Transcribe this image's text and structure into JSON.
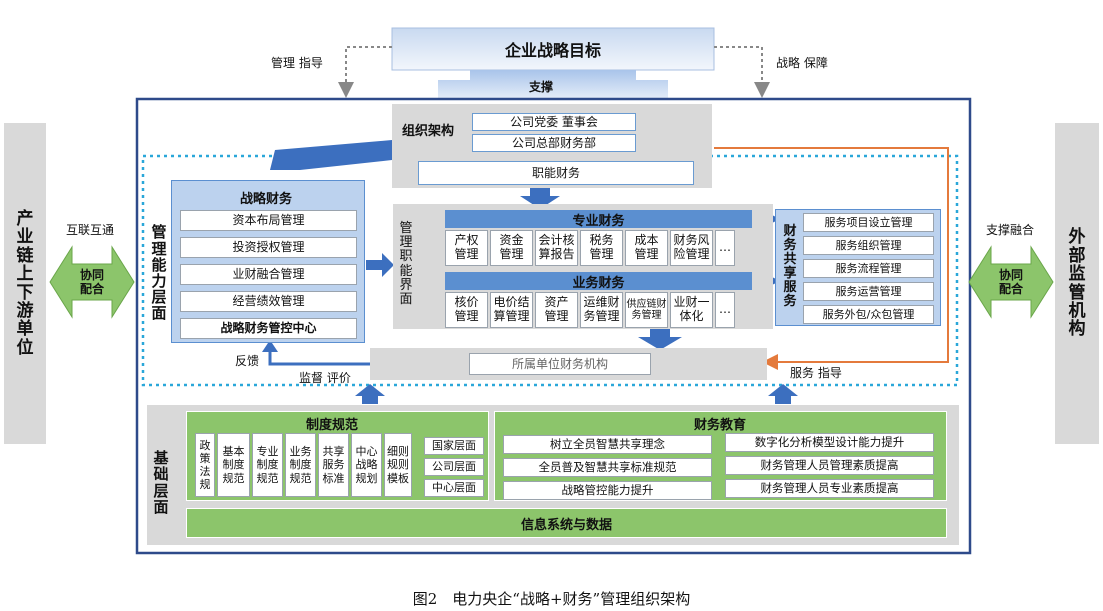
{
  "top": {
    "goal": "企业战略目标",
    "support": "支撑",
    "left_label": "管理 指导",
    "right_label": "战略 保障"
  },
  "left_side": {
    "title": [
      "产",
      "业",
      "链",
      "上",
      "下",
      "游",
      "单",
      "位"
    ],
    "arrow_label": "互联互通",
    "badge": [
      "协同",
      "配合"
    ]
  },
  "right_side": {
    "title": [
      "外",
      "部",
      "监",
      "管",
      "机",
      "构"
    ],
    "arrow_label": "支撑融合",
    "badge": [
      "协同",
      "配合"
    ]
  },
  "org": {
    "title": "组织架构",
    "party": "公司党委 董事会",
    "hq_finance": "公司总部财务部",
    "functional": "职能财务"
  },
  "mgmt_layer": {
    "title": [
      "管",
      "理",
      "能",
      "力",
      "层",
      "面"
    ]
  },
  "strategic": {
    "title": "战略财务",
    "items": [
      "资本布局管理",
      "投资授权管理",
      "业财融合管理",
      "经营绩效管理",
      "战略财务管控中心"
    ]
  },
  "interface": {
    "title": [
      "管",
      "理",
      "职",
      "能",
      "界",
      "面"
    ]
  },
  "professional": {
    "title": "专业财务",
    "items": [
      [
        "产权",
        "管理"
      ],
      [
        "资金",
        "管理"
      ],
      [
        "会计核",
        "算报告"
      ],
      [
        "税务",
        "管理"
      ],
      [
        "成本",
        "管理"
      ],
      [
        "财务风",
        "险管理"
      ],
      [
        "…"
      ]
    ]
  },
  "business": {
    "title": "业务财务",
    "items": [
      [
        "核价",
        "管理"
      ],
      [
        "电价结",
        "算管理"
      ],
      [
        "资产",
        "管理"
      ],
      [
        "运维财",
        "务管理"
      ],
      [
        "供应链财",
        "务管理"
      ],
      [
        "业财一",
        "体化"
      ],
      [
        "…"
      ]
    ]
  },
  "shared": {
    "title": [
      "财",
      "务",
      "共",
      "享",
      "服",
      "务"
    ],
    "items": [
      "服务项目设立管理",
      "服务组织管理",
      "服务流程管理",
      "服务运营管理",
      "服务外包/众包管理"
    ]
  },
  "subsidiary": {
    "label": "所属单位财务机构",
    "feedback": "反馈",
    "supervise": "监督 评价",
    "service": "服务 指导"
  },
  "foundation": {
    "title": [
      "基",
      "础",
      "层",
      "面"
    ],
    "rules": {
      "title": "制度规范",
      "columns": [
        [
          "政",
          "策",
          "法",
          "规"
        ],
        [
          "基本",
          "制度",
          "规范"
        ],
        [
          "专业",
          "制度",
          "规范"
        ],
        [
          "业务",
          "制度",
          "规范"
        ],
        [
          "共享",
          "服务",
          "标准"
        ],
        [
          "中心",
          "战略",
          "规划"
        ],
        [
          "细则",
          "规则",
          "模板"
        ]
      ],
      "levels": [
        "国家层面",
        "公司层面",
        "中心层面"
      ]
    },
    "education": {
      "title": "财务教育",
      "left": [
        "树立全员智慧共享理念",
        "全员普及智慧共享标准规范",
        "战略管控能力提升"
      ],
      "right": [
        "数字化分析模型设计能力提升",
        "财务管理人员管理素质提高",
        "财务管理人员专业素质提高"
      ]
    },
    "info": "信息系统与数据"
  },
  "caption": "图2　电力央企“战略+财务”管理组织架构",
  "colors": {
    "navy": "#2e4a8a",
    "blue_fill": "#5b8fd0",
    "green": "#8cc56b",
    "dotted_blue": "#2aa7d9",
    "orange": "#e47a3c",
    "grey": "#d9d9d9"
  }
}
